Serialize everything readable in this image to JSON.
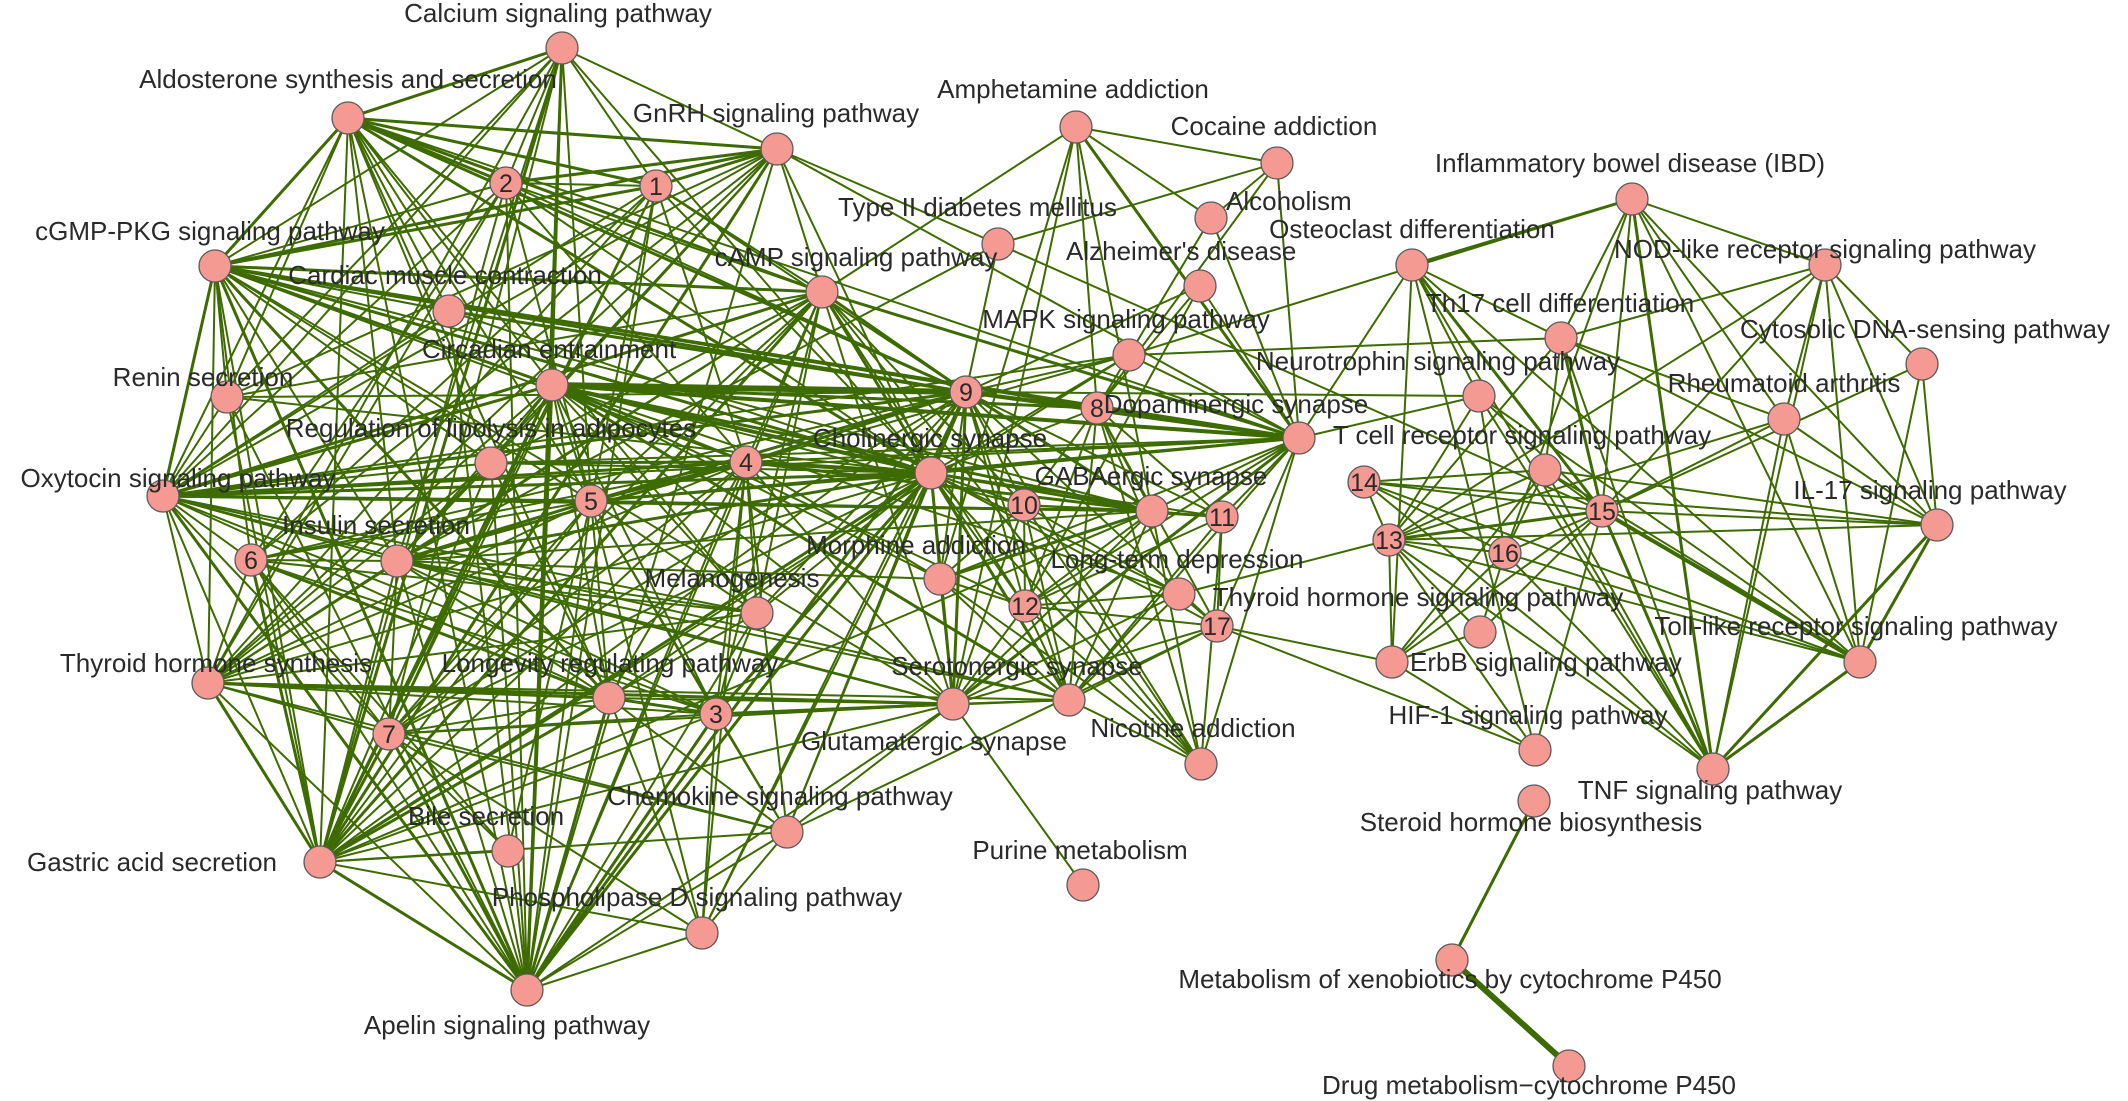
{
  "diagram": {
    "colors": {
      "edge": "#3d6b00",
      "node_fill": "#f59a93",
      "node_stroke": "#5a5a5a",
      "text": "#2a2a2a"
    },
    "labels": {
      "calcium": "Calcium signaling pathway",
      "aldosterone": "Aldosterone synthesis and secretion",
      "gnrh": "GnRH signaling pathway",
      "amphetamine": "Amphetamine addiction",
      "cocaine": "Cocaine addiction",
      "alcoholism": "Alcoholism",
      "t2d": "Type II diabetes mellitus",
      "alzheimer": "Alzheimer's disease",
      "ibd": "Inflammatory bowel disease (IBD)",
      "osteoclast": "Osteoclast differentiation",
      "nod": "NOD-like receptor signaling pathway",
      "cgmp": "cGMP-PKG signaling pathway",
      "cardiac": "Cardiac muscle contraction",
      "camp": "cAMP signaling pathway",
      "th17": "Th17 cell differentiation",
      "cytosolic": "Cytosolic DNA-sensing pathway",
      "mapk": "MAPK signaling pathway",
      "renin": "Renin secretion",
      "circadian": "Circadian entrainment",
      "neurotrophin": "Neurotrophin signaling pathway",
      "rheumatoid": "Rheumatoid arthritis",
      "dopaminergic": "Dopaminergic synapse",
      "lipolysis": "Regulation of lipolysis in adipocytes",
      "tcell": "T cell receptor signaling pathway",
      "cholinergic": "Cholinergic synapse",
      "oxytocin": "Oxytocin signaling pathway",
      "gabaergic": "GABAergic synapse",
      "il17": "IL-17 signaling pathway",
      "insulin": "Insulin secretion",
      "morphine": "Morphine addiction",
      "ltd": "Long-term depression",
      "melanogenesis": "Melanogenesis",
      "thyroidhs": "Thyroid hormone signaling pathway",
      "toll": "Toll-like receptor signaling pathway",
      "thyroidsynth": "Thyroid hormone synthesis",
      "longevity": "Longevity regulating pathway",
      "serotonergic": "Serotonergic synapse",
      "erbb": "ErbB signaling pathway",
      "hif1": "HIF-1 signaling pathway",
      "glutamatergic": "Glutamatergic synapse",
      "nicotine": "Nicotine addiction",
      "chemokine": "Chemokine signaling pathway",
      "tnf": "TNF signaling pathway",
      "bile": "Bile secretion",
      "steroid": "Steroid hormone biosynthesis",
      "gastric": "Gastric acid secretion",
      "purine": "Purine metabolism",
      "pld": "Phospholipase D signaling pathway",
      "xenobiotics": "Metabolism of xenobiotics by cytochrome P450",
      "apelin": "Apelin signaling pathway",
      "drugmet": "Drug metabolism−cytochrome P450"
    },
    "numbers": {
      "n1": "1",
      "n2": "2",
      "n3": "3",
      "n4": "4",
      "n5": "5",
      "n6": "6",
      "n7": "7",
      "n8": "8",
      "n9": "9",
      "n10": "10",
      "n11": "11",
      "n12": "12",
      "n13": "13",
      "n14": "14",
      "n15": "15",
      "n16": "16",
      "n17": "17"
    }
  }
}
